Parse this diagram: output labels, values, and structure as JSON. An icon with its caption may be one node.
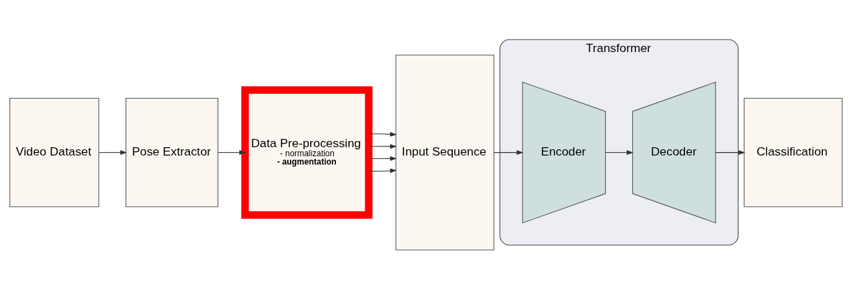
{
  "diagram": {
    "nodes": [
      {
        "text": [
          "Video Dataset"
        ]
      },
      {
        "text": [
          "Pose Extractor"
        ]
      },
      {
        "text": [
          "Data Pre-processing",
          "- normalization",
          "- augmentation"
        ]
      },
      {
        "text": [
          "Input Sequence"
        ]
      },
      {
        "text": [
          "Transformer"
        ]
      },
      {
        "text": [
          "Encoder"
        ],
        "in": 4
      },
      {
        "text": [
          "Decoder"
        ],
        "in": 4
      },
      {
        "text": [
          "Classification"
        ]
      }
    ],
    "edges": [
      {
        "from": 0,
        "to": 1,
        "arrow": "to"
      },
      {
        "from": 1,
        "to": 2,
        "arrow": "to"
      },
      {
        "from": 2,
        "to": 3,
        "arrow": "to"
      },
      {
        "from": 2,
        "to": 3,
        "arrow": "to"
      },
      {
        "from": 2,
        "to": 3,
        "arrow": "to"
      },
      {
        "from": 2,
        "to": 3,
        "arrow": "to"
      },
      {
        "from": 3,
        "to": 5,
        "arrow": "to"
      },
      {
        "from": 5,
        "to": 6,
        "arrow": "to"
      },
      {
        "from": 6,
        "to": 7,
        "arrow": "to"
      }
    ]
  }
}
